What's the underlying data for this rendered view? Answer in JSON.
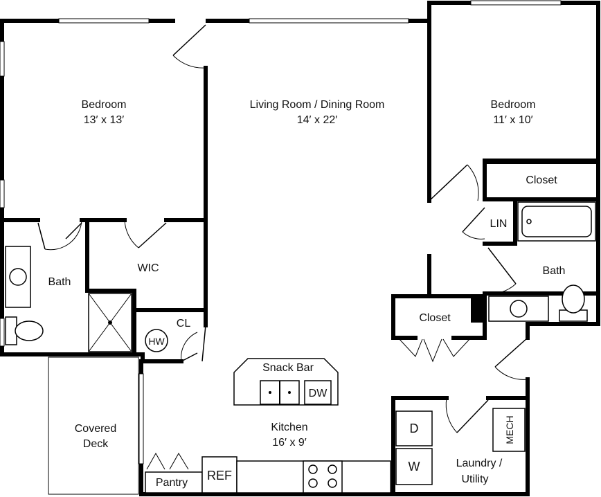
{
  "rooms": {
    "bedroom_left": {
      "name": "Bedroom",
      "size": "13′ x 13′"
    },
    "living": {
      "name": "Living Room / Dining Room",
      "size": "14′ x 22′"
    },
    "bedroom_right": {
      "name": "Bedroom",
      "size": "11′ x 10′"
    },
    "closet_right": {
      "name": "Closet"
    },
    "lin": {
      "name": "LIN"
    },
    "bath_right": {
      "name": "Bath"
    },
    "closet_center": {
      "name": "Closet"
    },
    "bath_left": {
      "name": "Bath"
    },
    "wic": {
      "name": "WIC"
    },
    "cl": {
      "name": "CL"
    },
    "hw": {
      "name": "HW"
    },
    "snack_bar": {
      "name": "Snack Bar"
    },
    "dw": {
      "name": "DW"
    },
    "kitchen": {
      "name": "Kitchen",
      "size": "16′ x 9′"
    },
    "deck": {
      "line1": "Covered",
      "line2": "Deck"
    },
    "pantry": {
      "name": "Pantry"
    },
    "ref": {
      "name": "REF"
    },
    "dryer": {
      "name": "D"
    },
    "washer": {
      "name": "W"
    },
    "mech": {
      "name": "MECH"
    },
    "laundry": {
      "line1": "Laundry /",
      "line2": "Utility"
    }
  }
}
